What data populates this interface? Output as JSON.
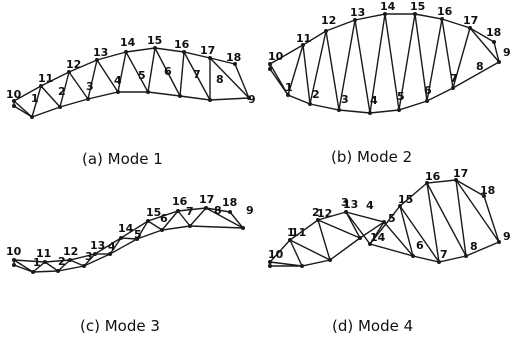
{
  "figure": {
    "panels": [
      {
        "id": "a",
        "caption": "(a) Mode 1",
        "labels": [
          "1",
          "2",
          "3",
          "4",
          "5",
          "6",
          "7",
          "8",
          "9",
          "10",
          "11",
          "12",
          "13",
          "14",
          "15",
          "16",
          "17",
          "18"
        ]
      },
      {
        "id": "b",
        "caption": "(b) Mode 2",
        "labels": [
          "1",
          "2",
          "3",
          "4",
          "5",
          "6",
          "7",
          "8",
          "9",
          "10",
          "11",
          "12",
          "13",
          "14",
          "15",
          "16",
          "17",
          "18"
        ]
      },
      {
        "id": "c",
        "caption": "(c) Mode 3",
        "labels": [
          "1",
          "2",
          "3",
          "4",
          "5",
          "6",
          "7",
          "8",
          "9",
          "10",
          "11",
          "12",
          "13",
          "14",
          "15",
          "16",
          "17",
          "18"
        ]
      },
      {
        "id": "d",
        "caption": "(d) Mode 4",
        "labels": [
          "1",
          "2",
          "3",
          "4",
          "5",
          "6",
          "7",
          "8",
          "9",
          "10",
          "11",
          "12",
          "13",
          "14",
          "15",
          "16",
          "17",
          "18"
        ]
      }
    ]
  }
}
